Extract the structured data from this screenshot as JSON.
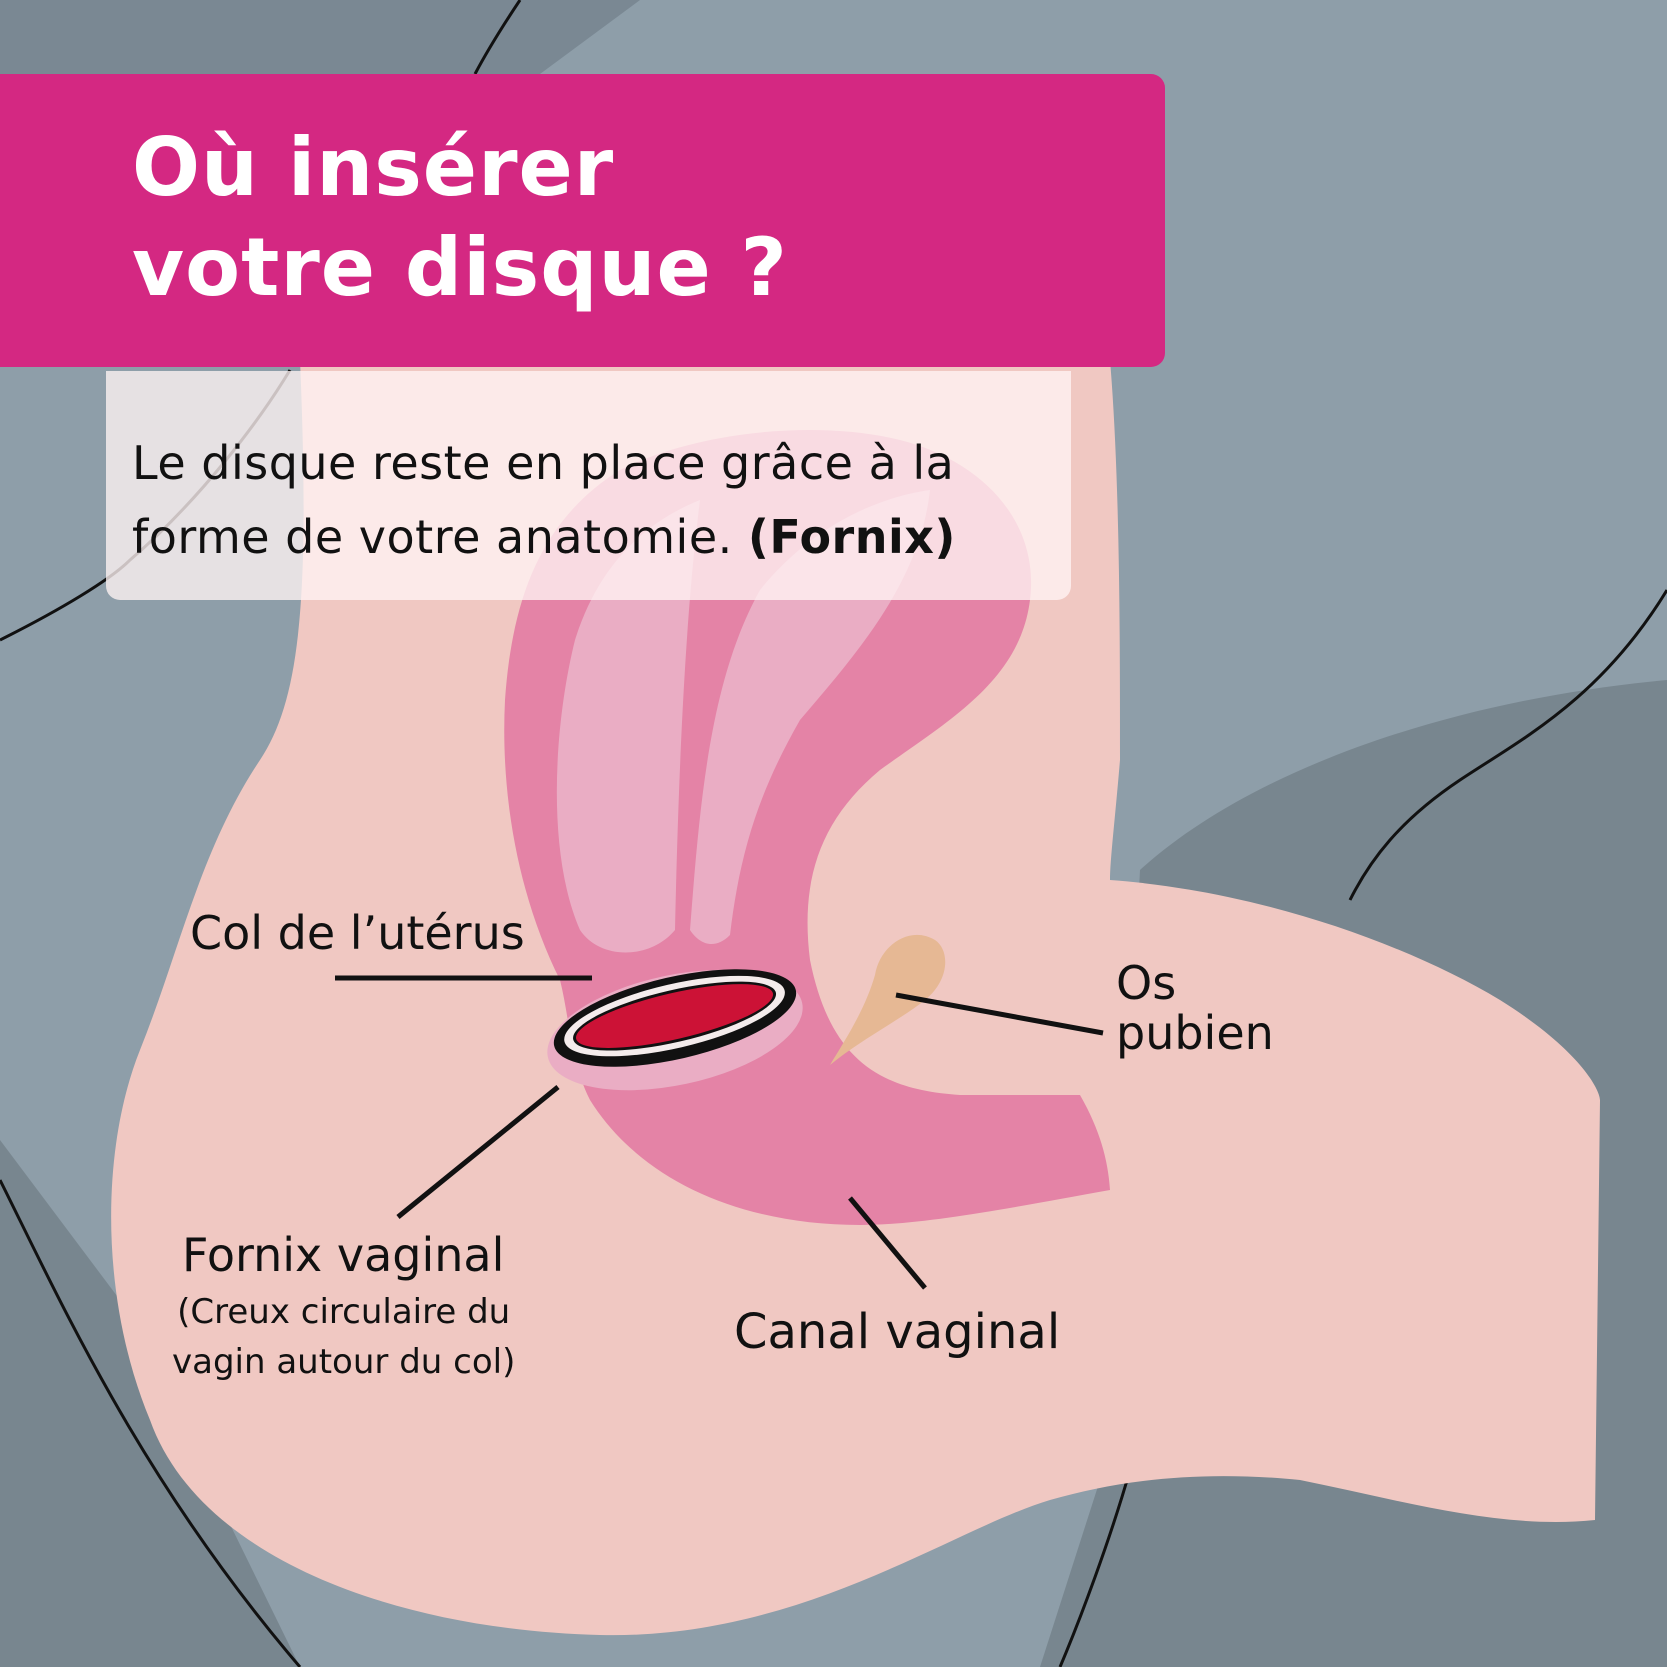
{
  "title": {
    "line1": "Où insérer",
    "line2": "votre disque ?"
  },
  "intro": {
    "text": "Le disque reste en place grâce à la forme de votre anatomie.",
    "emphasis": "(Fornix)"
  },
  "labels": {
    "cervix": "Col de l’utérus",
    "pubic_bone_line1": "Os",
    "pubic_bone_line2": "pubien",
    "fornix": "Fornix vaginal",
    "fornix_desc_line1": "(Creux circulaire du",
    "fornix_desc_line2": "vagin autour du col)",
    "vaginal_canal": "Canal vaginal"
  },
  "colors": {
    "banner": "#d42882",
    "background_light": "#8e9ea9",
    "background_dark": "#78868f",
    "skin": "#f0c8c2",
    "uterus_wall": "#e483a6",
    "uterus_inner": "#eaadc4",
    "disc": "#cc1236",
    "bone": "#e6b894"
  }
}
